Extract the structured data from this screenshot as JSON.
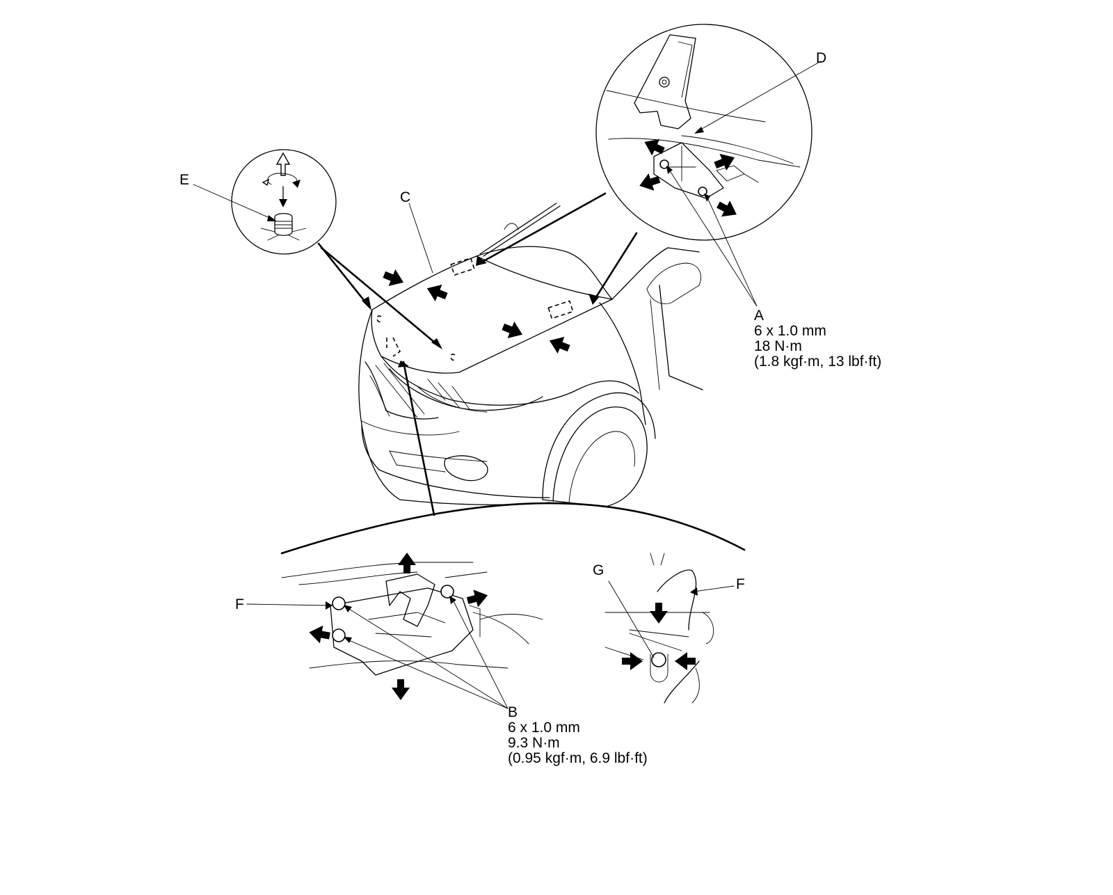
{
  "callouts": {
    "a": {
      "letter": "A",
      "size": "6 x 1.0 mm",
      "torque": "18 N·m",
      "torque_alt": "(1.8 kgf·m, 13 lbf·ft)"
    },
    "b": {
      "letter": "B",
      "size": "6 x 1.0 mm",
      "torque": "9.3 N·m",
      "torque_alt": "(0.95 kgf·m, 6.9 lbf·ft)"
    },
    "c": {
      "letter": "C"
    },
    "d": {
      "letter": "D"
    },
    "e": {
      "letter": "E"
    },
    "f_left": {
      "letter": "F"
    },
    "f_right": {
      "letter": "F"
    },
    "g": {
      "letter": "G"
    }
  },
  "colors": {
    "line": "#000000",
    "background": "#ffffff"
  }
}
